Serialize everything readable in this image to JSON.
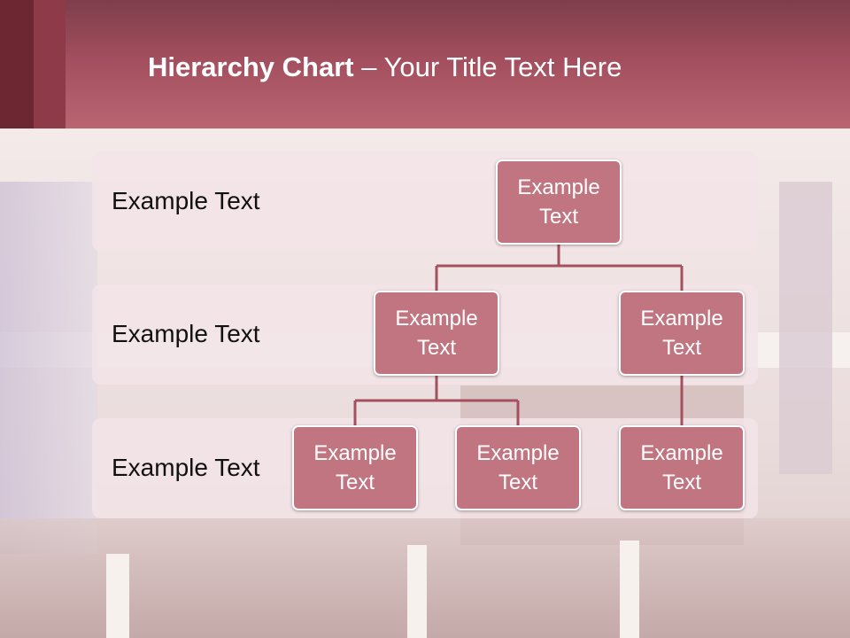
{
  "slide": {
    "title_bold": "Hierarchy Chart",
    "title_rest": " – Your Title Text Here"
  },
  "levels": [
    {
      "label": "Example Text"
    },
    {
      "label": "Example Text"
    },
    {
      "label": "Example Text"
    }
  ],
  "nodes": {
    "root": "Example\nText",
    "l2_left": "Example\nText",
    "l2_right": "Example\nText",
    "l3_a": "Example\nText",
    "l3_b": "Example\nText",
    "l3_c": "Example\nText"
  },
  "colors": {
    "header": "#ba6571",
    "node_fill": "#c07580",
    "connector": "#a4505f",
    "band": "#f3e4e7"
  }
}
